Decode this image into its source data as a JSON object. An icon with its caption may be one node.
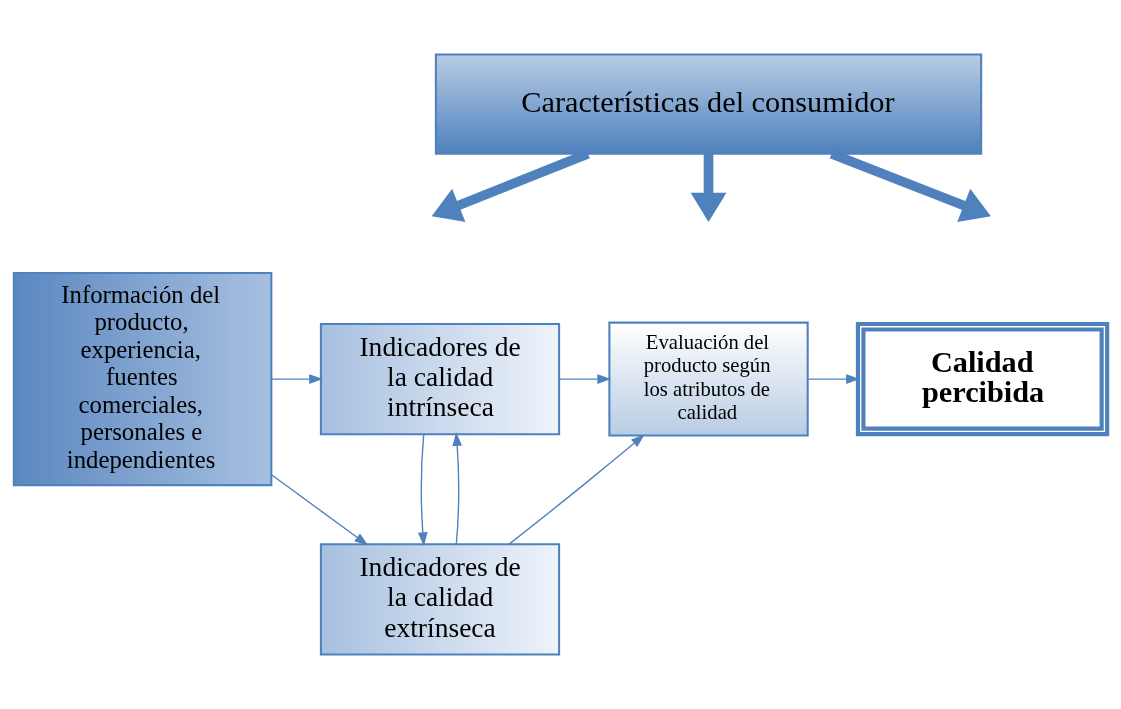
{
  "diagram": {
    "nodes": [
      {
        "text": [
          "Características del consumidor"
        ]
      },
      {
        "text": [
          "Información del producto, experiencia, fuentes comerciales, personales e independientes"
        ]
      },
      {
        "text": [
          "Indicadores de la calidad intrínseca"
        ]
      },
      {
        "text": [
          "Indicadores de la calidad extrínseca"
        ]
      },
      {
        "text": [
          "Evaluación del producto según los atributos de calidad"
        ]
      },
      {
        "text": [
          "Calidad percibida"
        ]
      }
    ],
    "edges": [
      {
        "from": 0,
        "to": null,
        "arrow": "to",
        "style": "thick"
      },
      {
        "from": 0,
        "to": null,
        "arrow": "to",
        "style": "thick"
      },
      {
        "from": 0,
        "to": null,
        "arrow": "to",
        "style": "thick"
      },
      {
        "from": 1,
        "to": 2,
        "arrow": "to"
      },
      {
        "from": 1,
        "to": 3,
        "arrow": "to"
      },
      {
        "from": 2,
        "to": 3,
        "arrow": "to"
      },
      {
        "from": 3,
        "to": 2,
        "arrow": "to"
      },
      {
        "from": 2,
        "to": 4,
        "arrow": "to"
      },
      {
        "from": 3,
        "to": 4,
        "arrow": "to"
      },
      {
        "from": 4,
        "to": 5,
        "arrow": "to"
      }
    ]
  }
}
